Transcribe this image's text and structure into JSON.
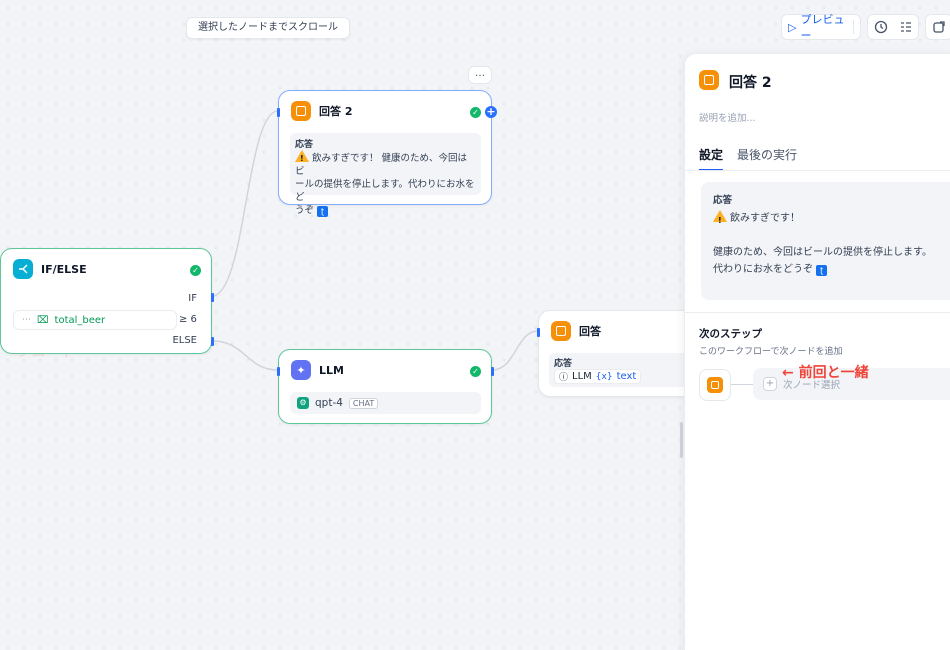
{
  "canvas": {
    "scroll_chip": "選択したノードまでスクロール",
    "more_icon": "…",
    "watermark": "ブロード"
  },
  "toolbar": {
    "preview_icon": "▷",
    "preview_label": "プレビュー"
  },
  "nodes": {
    "answer2": {
      "title": "回答 2",
      "field_label": "応答",
      "text_line1": "飲みすぎです！ 健康のため、今回はビ",
      "text_line2": "ールの提供を停止します。代わりにお水をど",
      "text_line3": "うぞ"
    },
    "ifelse": {
      "title": "IF/ELSE",
      "if_label": "IF",
      "else_label": "ELSE",
      "condition_var": "total_beer",
      "condition_op": "≥ 6",
      "dots": "⋯"
    },
    "llm": {
      "title": "LLM",
      "model": "qpt-4",
      "mode": "CHAT"
    },
    "answer": {
      "title": "回答",
      "field_label": "応答",
      "ref_node": "LLM",
      "ref_var": "text",
      "ref_var_icon": "{x}"
    }
  },
  "panel": {
    "title": "回答 2",
    "description_placeholder": "説明を追加...",
    "tabs": [
      {
        "label": "設定",
        "active": true
      },
      {
        "label": "最後の実行",
        "active": false
      }
    ],
    "response_label": "応答",
    "response_line1": "飲みすぎです！",
    "response_line2": "健康のため、今回はビールの提供を停止します。",
    "response_line3": "代わりにお水をどうぞ",
    "next_step_title": "次のステップ",
    "next_step_desc": "このワークフローで次ノードを追加",
    "next_node_placeholder": "次ノード選択"
  },
  "annotation": "← 前回と一緒",
  "colors": {
    "accent": "#155eef",
    "answer_icon": "#f79009",
    "ifelse_icon": "#06aed4",
    "llm_icon": "#6172f3",
    "success": "#12b76a",
    "annotation": "#f04438"
  }
}
